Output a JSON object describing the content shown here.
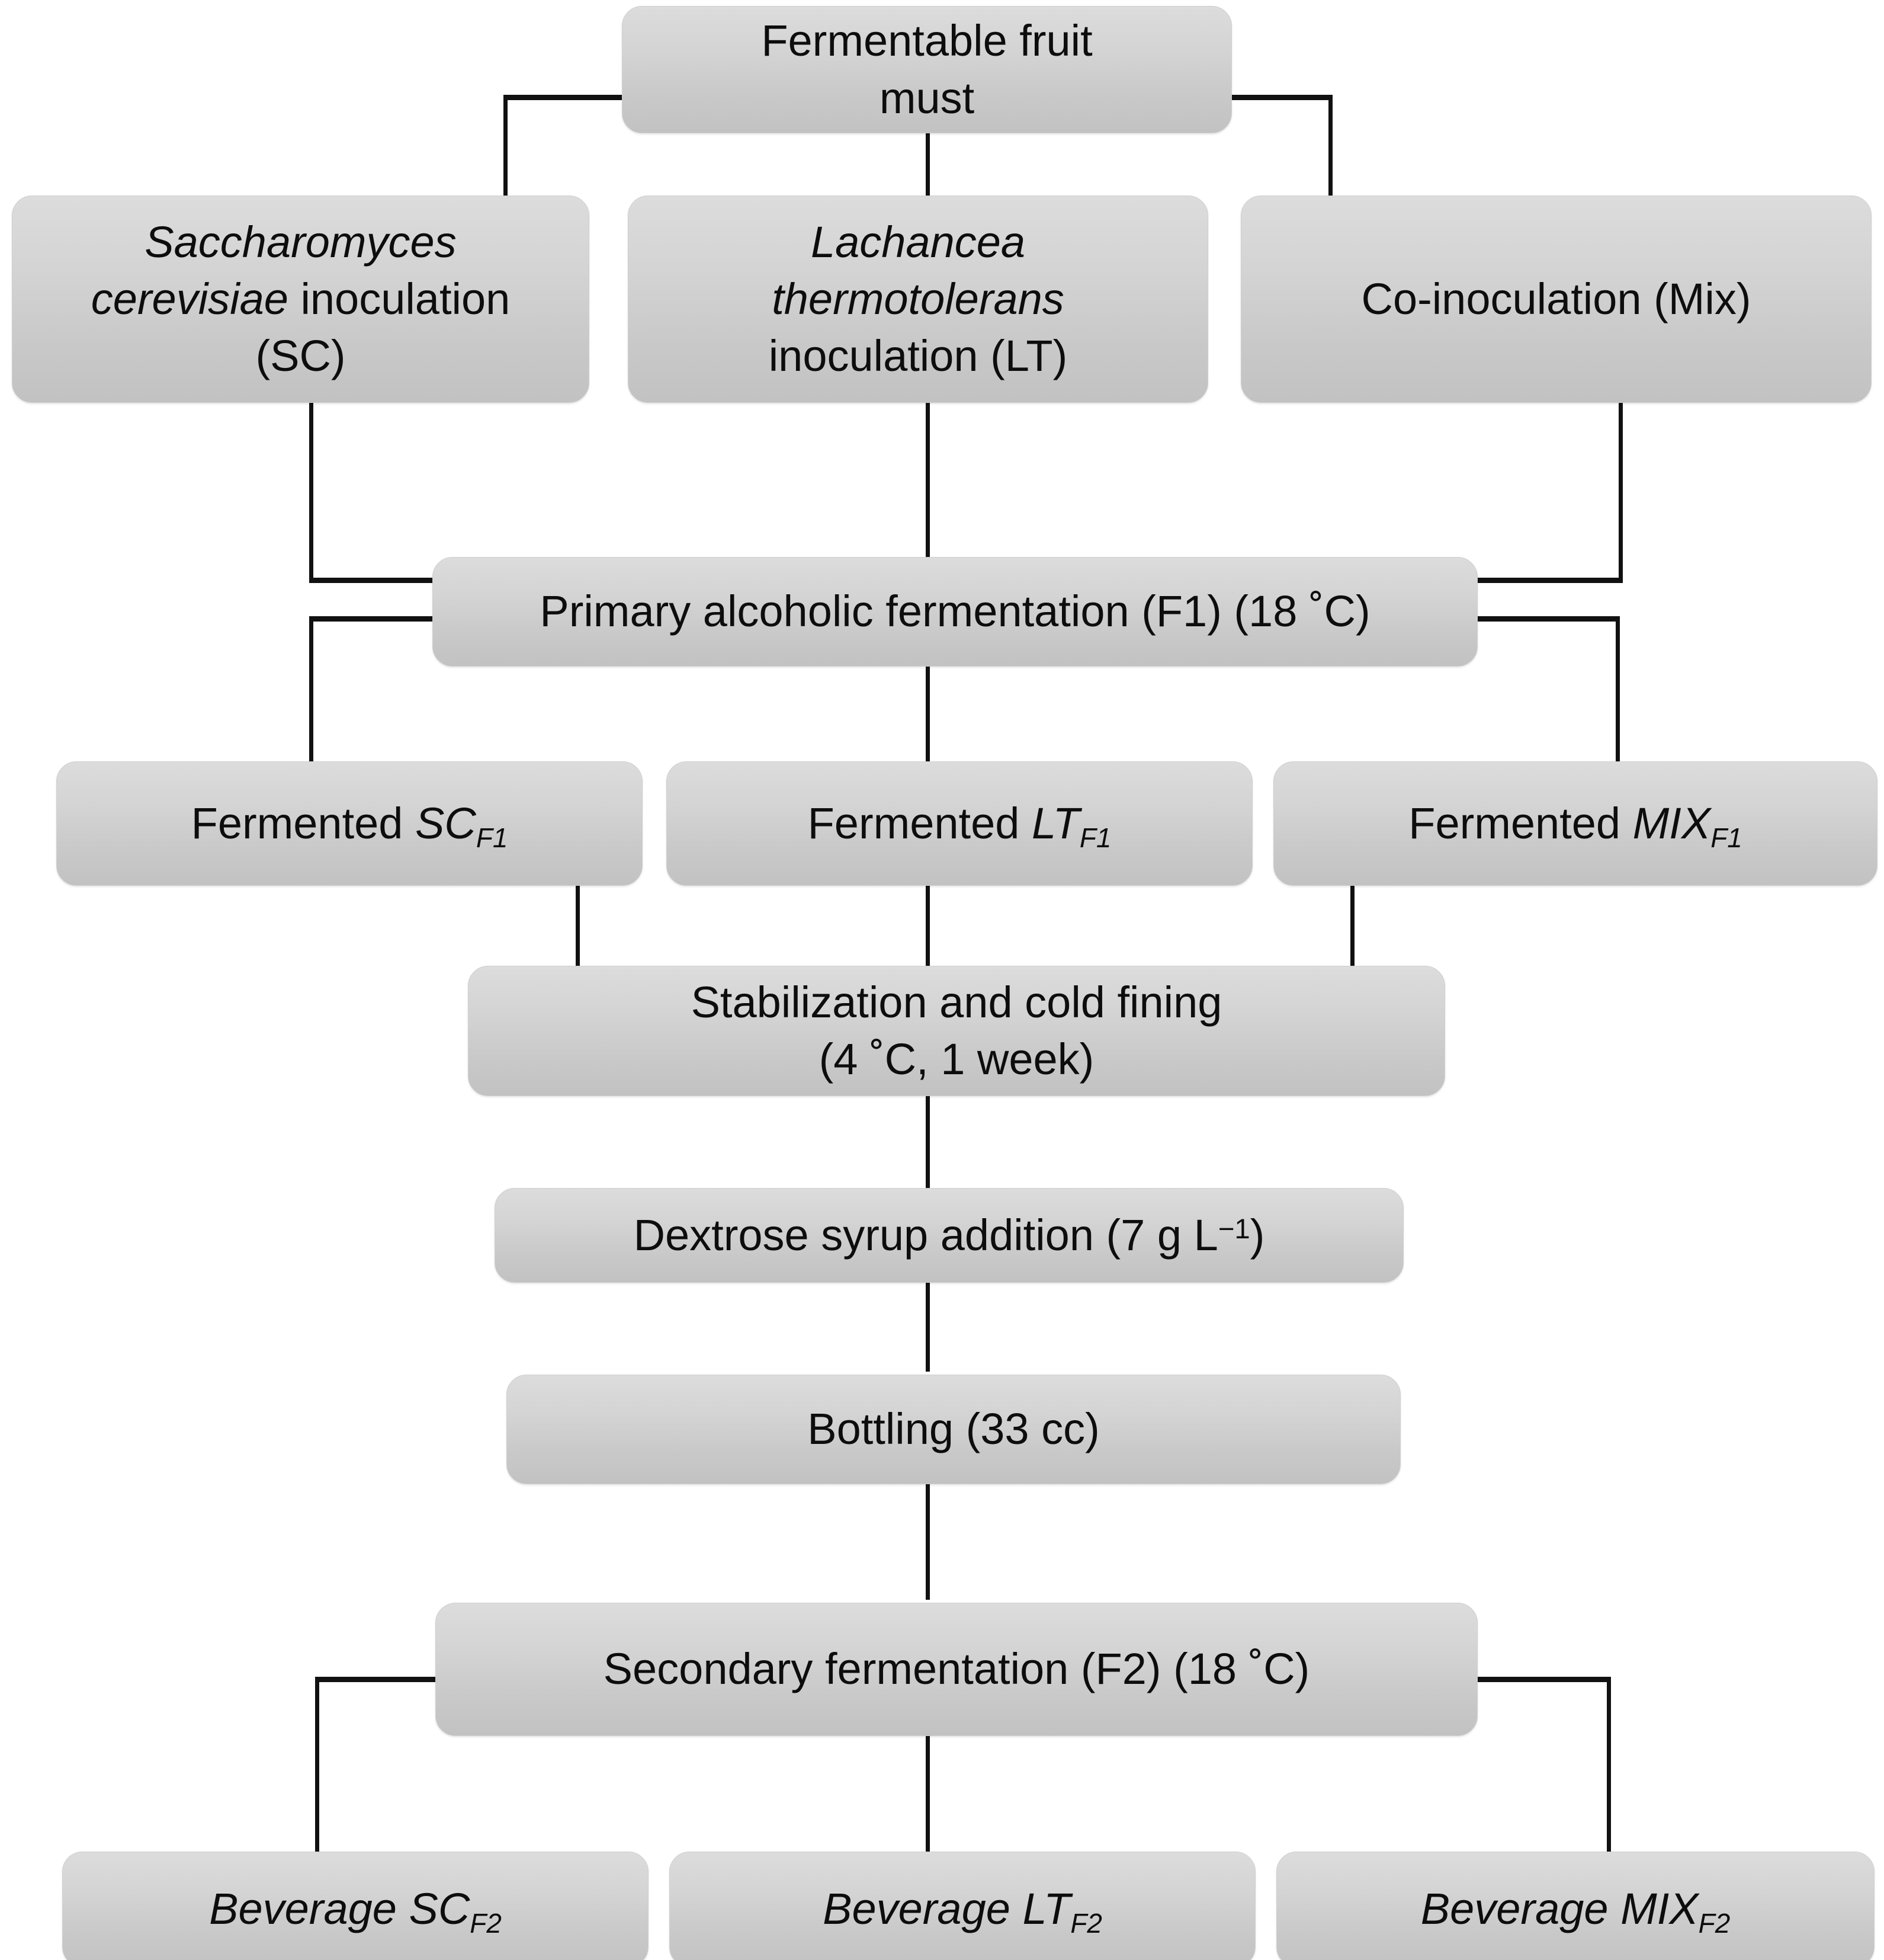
{
  "diagram": {
    "title": "Fermented beverage production flowchart",
    "type": "flowchart",
    "accent_color": "#c9c9c9",
    "line_color": "#111111",
    "text_color": "#0d0d0d",
    "nodes": {
      "must": {
        "line1": "Fermentable fruit",
        "line2": "must"
      },
      "sc_inoc": {
        "line1": "Saccharomyces",
        "line2_italic": "cerevisiae",
        "line2_rest": " inoculation",
        "line3": "(SC)"
      },
      "lt_inoc": {
        "line1": "Lachancea",
        "line2": "thermotolerans",
        "line3": "inoculation (LT)"
      },
      "mix_inoc": {
        "label": "Co-inoculation (Mix)"
      },
      "f1": {
        "label": "Primary alcoholic fermentation (F1) (18 ˚C)"
      },
      "ferm_sc": {
        "prefix": "Fermented ",
        "code": "SC",
        "subscript": "F1"
      },
      "ferm_lt": {
        "prefix": "Fermented ",
        "code": "LT",
        "subscript": "F1"
      },
      "ferm_mix": {
        "prefix": "Fermented ",
        "code": "MIX",
        "subscript": "F1"
      },
      "stabilization": {
        "line1": "Stabilization and cold fining",
        "line2": "(4 ˚C, 1 week)"
      },
      "dextrose": {
        "prefix": "Dextrose syrup addition (7 g L",
        "superscript": "−1",
        "suffix": ")"
      },
      "bottling": {
        "label": "Bottling (33 cc)"
      },
      "f2": {
        "label": "Secondary fermentation (F2) (18 ˚C)"
      },
      "bev_sc": {
        "prefix": "Beverage ",
        "code": "SC",
        "subscript": "F2"
      },
      "bev_lt": {
        "prefix": "Beverage ",
        "code": "LT",
        "subscript": "F2"
      },
      "bev_mix": {
        "prefix": "Beverage ",
        "code": "MIX",
        "subscript": "F2"
      }
    }
  }
}
